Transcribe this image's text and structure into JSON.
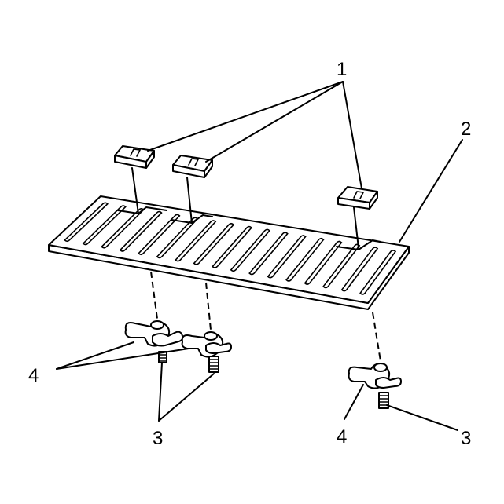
{
  "callouts": {
    "clips": "1",
    "panel": "2",
    "bolt_left": "3",
    "bolt_right": "3",
    "wingnut_left": "4",
    "wingnut_right": "4"
  }
}
